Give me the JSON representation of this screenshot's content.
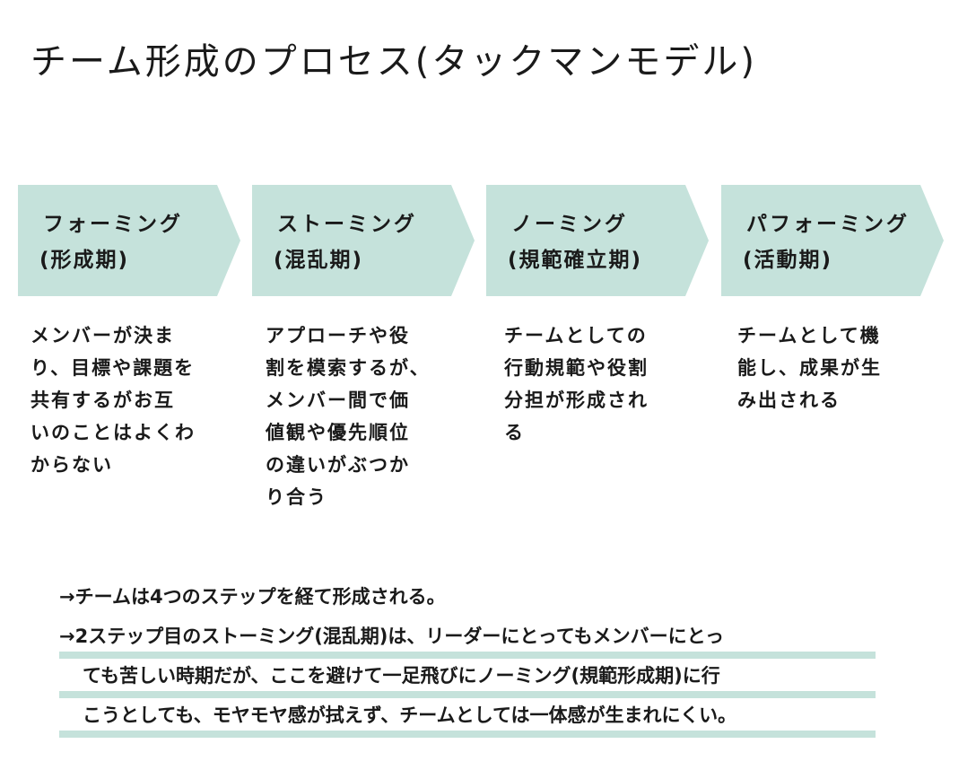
{
  "title": "チーム形成のプロセス(タックマンモデル)",
  "stages": [
    {
      "name": "フォーミング",
      "sub": "(形成期)",
      "desc": [
        "メンバーが決ま",
        "り、目標や課題を",
        "共有するがお互",
        "いのことはよくわ",
        "からない"
      ]
    },
    {
      "name": "ストーミング",
      "sub": "(混乱期)",
      "desc": [
        "アプローチや役",
        "割を模索するが、",
        "メンバー間で価",
        "値観や優先順位",
        "の違いがぶつか",
        "り合う"
      ]
    },
    {
      "name": "ノーミング",
      "sub": "(規範確立期)",
      "desc": [
        "チームとしての",
        "行動規範や役割",
        "分担が形成され",
        "る"
      ]
    },
    {
      "name": "パフォーミング",
      "sub": "(活動期)",
      "desc": [
        "チームとして機",
        "能し、成果が生",
        "み出される"
      ]
    }
  ],
  "notes": [
    "→チームは4つのステップを経て形成される。",
    "→2ステップ目のストーミング(混乱期)は、リーダーにとってもメンバーにとっ",
    "ても苦しい時期だが、ここを避けて一足飛びにノーミング(規範形成期)に行",
    "こうとしても、モヤモヤ感が拭えず、チームとしては一体感が生まれにくい。"
  ],
  "colors": {
    "accent": "#c5e2db",
    "text": "#1a1a1a"
  }
}
